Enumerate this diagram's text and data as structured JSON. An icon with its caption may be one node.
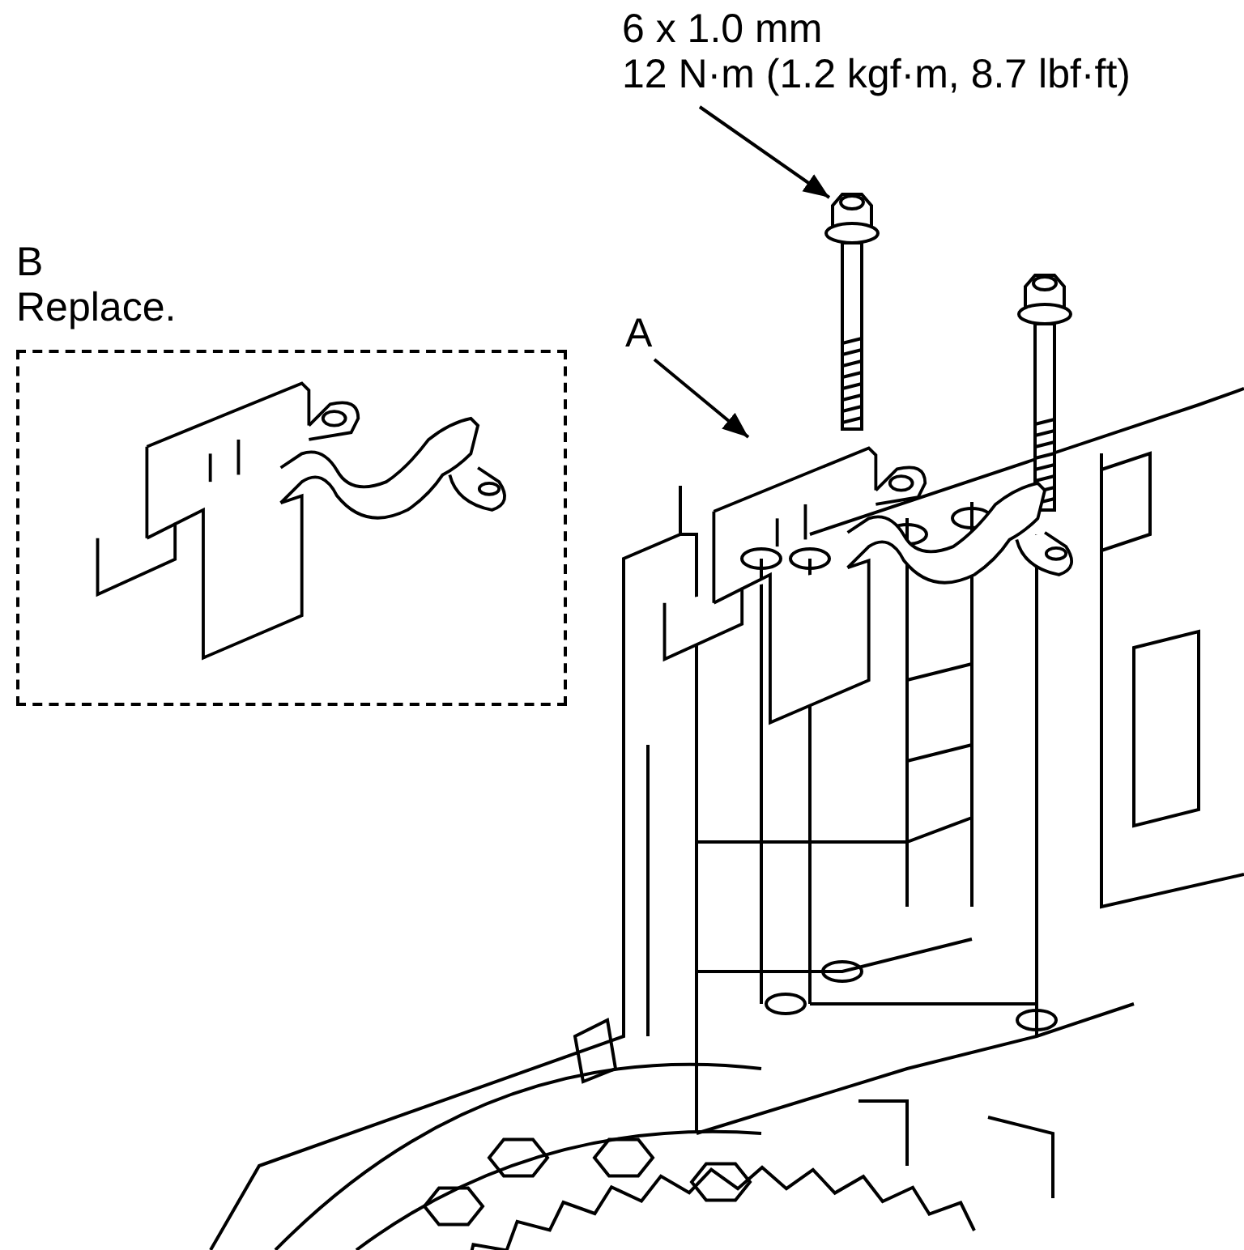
{
  "diagram": {
    "nodes": [
      {
        "text": [
          "6 x 1.0 mm",
          "12 N·m (1.2 kgf·m, 8.7 lbf·ft)"
        ]
      },
      {
        "text": [],
        "shape": "picture"
      },
      {
        "text": [
          "A"
        ]
      },
      {
        "text": [],
        "shape": "picture"
      },
      {
        "text": [
          "B",
          "Replace."
        ]
      }
    ],
    "edges": [
      {
        "from": 0,
        "to": 1,
        "arrow": "to"
      },
      {
        "from": 2,
        "to": 3,
        "arrow": "to"
      }
    ]
  }
}
